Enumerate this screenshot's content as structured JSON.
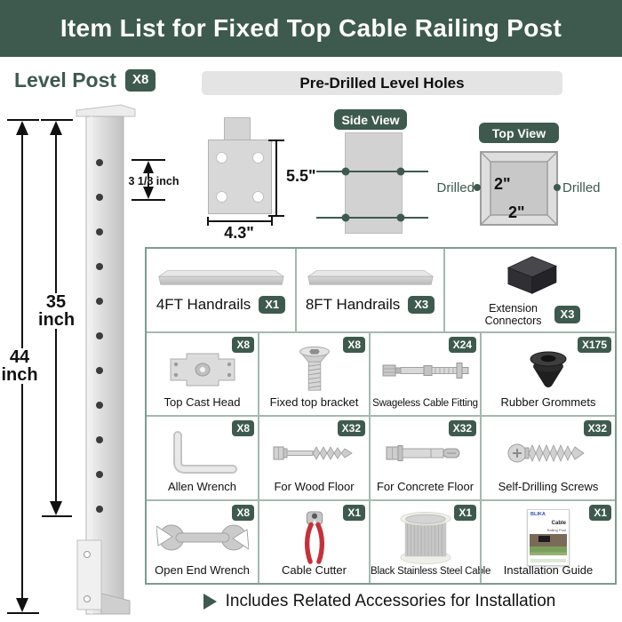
{
  "colors": {
    "accent": "#3e5a4e",
    "table_border": "#7e9c8f",
    "grid_line": "#a3baae",
    "section_bg": "#e4e4e4"
  },
  "header": {
    "title": "Item List for Fixed Top Cable Railing Post"
  },
  "post": {
    "label": "Level Post",
    "qty": "X8"
  },
  "section": {
    "title": "Pre-Drilled Level Holes"
  },
  "diagram": {
    "overall_height": "44",
    "overall_unit": "inch",
    "upper_height": "35",
    "upper_unit": "inch",
    "hole_spacing": "3 1/8 inch",
    "plate_height": "5.5\"",
    "plate_width": "4.3\"",
    "side_view_label": "Side View",
    "top_view_label": "Top View",
    "drilled_left": "Drilled",
    "drilled_right": "Drilled",
    "post_width": "2\"",
    "post_depth": "2\""
  },
  "table": {
    "row1": [
      {
        "label": "4FT Handrails",
        "qty": "X1"
      },
      {
        "label": "8FT Handrails",
        "qty": "X3"
      },
      {
        "label": "Extension Connectors",
        "qty": "X3"
      }
    ],
    "grid": [
      {
        "label": "Top Cast Head",
        "qty": "X8"
      },
      {
        "label": "Fixed top bracket",
        "qty": "X8"
      },
      {
        "label": "Swageless Cable Fitting",
        "qty": "X24"
      },
      {
        "label": "Rubber Grommets",
        "qty": "X175"
      },
      {
        "label": "Allen Wrench",
        "qty": "X8"
      },
      {
        "label": "For Wood Floor",
        "qty": "X32"
      },
      {
        "label": "For Concrete Floor",
        "qty": "X32"
      },
      {
        "label": "Self-Drilling Screws",
        "qty": "X32"
      },
      {
        "label": "Open End Wrench",
        "qty": "X8"
      },
      {
        "label": "Cable Cutter",
        "qty": "X1"
      },
      {
        "label": "Black Stainless Steel Cable",
        "qty": "X1"
      },
      {
        "label": "Installation Guide",
        "qty": "X1"
      }
    ]
  },
  "guide_cover": {
    "brand": "BLIKA",
    "title": "Cable",
    "subtitle": "Railing Post"
  },
  "footer": {
    "note": "Includes Related Accessories for Installation"
  }
}
